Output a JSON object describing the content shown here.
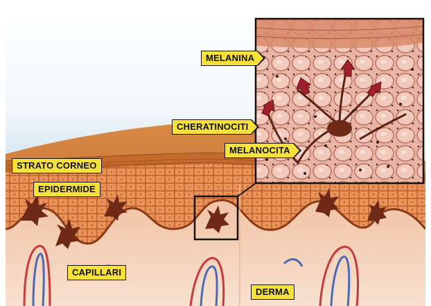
{
  "diagram": {
    "labels": {
      "melanina": "MELANINA",
      "cheratinociti": "CHERATINOCITI",
      "melanocita": "MELANOCITA",
      "strato_corneo": "STRATO CORNEO",
      "epidermide": "EPIDERMIDE",
      "capillari": "CAPILLARI",
      "derma": "DERMA"
    },
    "colors": {
      "label_fill": "#f6e03a",
      "label_border": "#1a1208",
      "sky_top": "#ffffff",
      "sky_bottom": "#7fb4d4",
      "skin_surface": "#c8702e",
      "epidermis": "#e48a4e",
      "dermis": "#f3cbb0",
      "melanocyte": "#6e2a16",
      "melanin_arrow": "#a0202c",
      "vessel_red": "#c83a3a",
      "vessel_blue": "#4a6ab8"
    }
  }
}
